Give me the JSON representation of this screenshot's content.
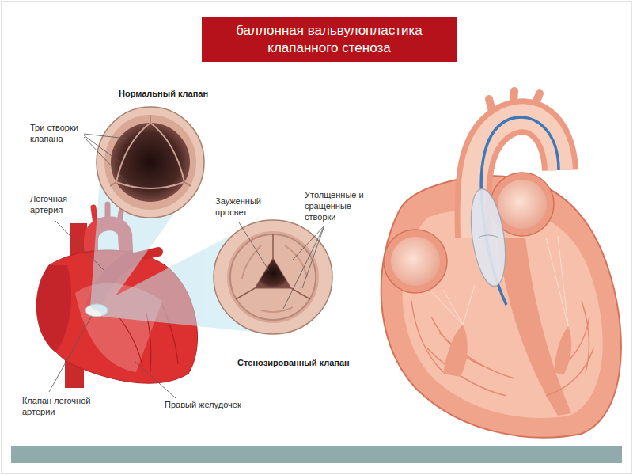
{
  "diagram": {
    "title": "баллонная вальвулопластика клапанного стеноза",
    "labels": [
      "Нормальный клапан",
      "Три створки клапана",
      "Легочная артерия",
      "Зауженный просвет",
      "Утолщенные и сращенные створки",
      "Стенозированный клапан",
      "Клапан легочной артерии",
      "Правый желудочек"
    ]
  }
}
